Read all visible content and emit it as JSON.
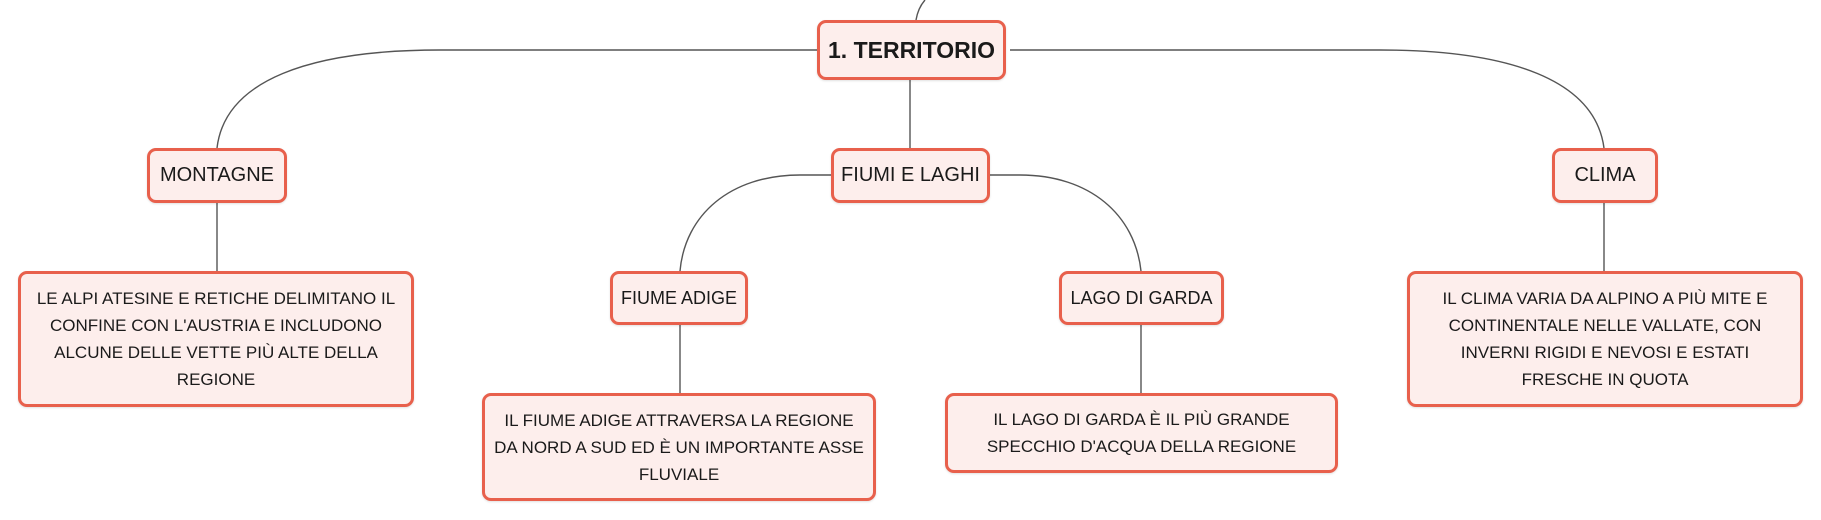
{
  "colors": {
    "border": "#e8604c",
    "fill": "#fdeeec",
    "line": "#555555",
    "text": "#1a1a1a"
  },
  "root": {
    "label": "1. TERRITORIO"
  },
  "topics": {
    "montagne": "MONTAGNE",
    "fiumi_laghi": "FIUMI E LAGHI",
    "clima": "CLIMA"
  },
  "subtopics": {
    "fiume_adige": "FIUME ADIGE",
    "lago_garda": "LAGO DI GARDA"
  },
  "descriptions": {
    "montagne": "LE ALPI ATESINE E RETICHE DELIMITANO IL CONFINE CON L'AUSTRIA E INCLUDONO ALCUNE DELLE VETTE PIÙ ALTE DELLA REGIONE",
    "fiume_adige": "IL FIUME ADIGE ATTRAVERSA LA REGIONE DA NORD A SUD ED È UN IMPORTANTE ASSE FLUVIALE",
    "lago_garda": "IL LAGO DI GARDA È IL PIÙ GRANDE SPECCHIO D'ACQUA DELLA REGIONE",
    "clima": "IL CLIMA VARIA DA ALPINO A PIÙ MITE E CONTINENTALE NELLE VALLATE, CON INVERNI RIGIDI E NEVOSI E ESTATI FRESCHE IN QUOTA"
  }
}
